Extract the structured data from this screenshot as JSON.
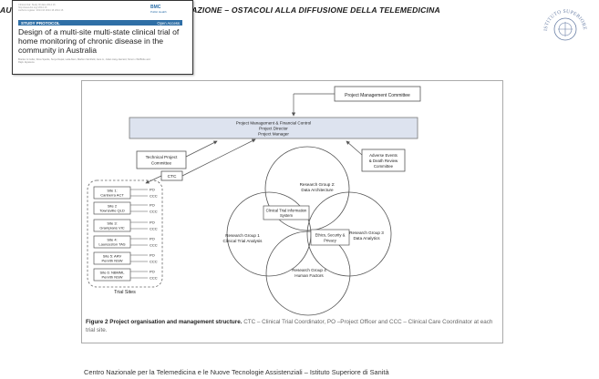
{
  "header": {
    "text": "AUDIZIONE PARLAMENTARE PER LA SEMPLIFICAZIONE  –  OSTACOLI ALLA DIFFUSIONE DELLA TELEMEDICINA"
  },
  "paper": {
    "meta_lines": [
      "Clinical trial: Study ID date 2014 16",
      "http://www.doi.org/ 2014 16",
      "Authors register: 2014 16 2014 16 2014 16"
    ],
    "logo_main": "BMC",
    "logo_sub": "Public Health",
    "section": "STUDY PROTOCOL",
    "access": "Open Access",
    "title": "Design of a multi-site multi-state clinical trial of home monitoring of chronic disease in the community in Australia",
    "authors": "Branko G Celler, Ross Sparks, Surya Nepal, Leila Alem, Marlien Varnfield, Jane Li, Julian Jang-Jaccard, Simon J McBride and Rajiv Jayasena"
  },
  "seal": {
    "text": "ISTITUTO SUPERIORE DI SANITÀ",
    "color": "#6a7fa6"
  },
  "diagram": {
    "pm_committee": "Project Management Committee",
    "control_lines": [
      "Project Management & Financial Control",
      "Project Director",
      "Project Manager"
    ],
    "tech_committee": [
      "Technical Project",
      "Committee"
    ],
    "ctc": "CTC",
    "adverse": [
      "Adverse Events",
      "& Death Review",
      "Committee"
    ],
    "trial_sites_label": "Trial Sites",
    "sites": [
      {
        "lines": [
          "Site 1:",
          "Canberra ACT"
        ]
      },
      {
        "lines": [
          "Site 2",
          "Townsville QLD"
        ]
      },
      {
        "lines": [
          "Site 3:",
          "Grampians VIC"
        ]
      },
      {
        "lines": [
          "Site 4:",
          "Launceston TAS"
        ]
      },
      {
        "lines": [
          "Site 5: ARV",
          "Penrith NSW"
        ]
      },
      {
        "lines": [
          "Site 6: NBMML",
          "Penrith NSW"
        ]
      }
    ],
    "po_label": "PO",
    "ccc_label": "CCC",
    "groups": {
      "g1": [
        "Research Group 1",
        "Clinical Trial Analysis"
      ],
      "g2": [
        "Research Group 2:",
        "Data Architecture"
      ],
      "g3": [
        "Research Group 3",
        "Data Analytics"
      ],
      "g4": [
        "Research Group 4",
        "Human Factors"
      ]
    },
    "cti_system": [
      "Clinical Trial Information",
      "System"
    ],
    "ethics": [
      "Ethics, Security &",
      "Privacy"
    ]
  },
  "caption": {
    "label": "Figure 2",
    "title": "Project organisation and management structure.",
    "text": "CTC – Clinical Trial Coordinator, PO –Project Officer and CCC – Clinical Care Coordinator at each trial site."
  },
  "footer": {
    "text": "Centro Nazionale per la Telemedicina e le Nuove Tecnologie Assistenziali – Istituto Superiore di Sanità"
  }
}
